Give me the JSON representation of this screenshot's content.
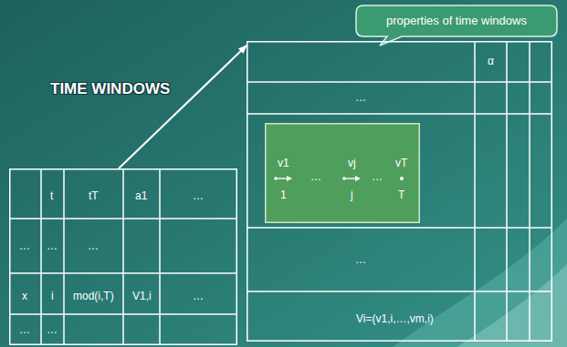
{
  "diagram": {
    "nodes": [
      {
        "text": [
          "properties of time windows"
        ]
      },
      {
        "text": [
          "t",
          "tT",
          "a1",
          "…",
          "…",
          "…",
          "…",
          "x",
          "i",
          "mod(i,T)",
          "V1,i",
          "…",
          "…",
          "…"
        ]
      },
      {
        "text": [
          "α",
          "…",
          "…"
        ]
      },
      {
        "text": [
          "v1",
          "vj",
          "vT",
          "…",
          "…",
          "1",
          "j",
          "T"
        ],
        "in": 2
      }
    ],
    "edges": [
      {
        "from": 1,
        "to": 2,
        "arrow": "to"
      }
    ],
    "labels": [
      "TIME WINDOWS",
      "Vi=(v1,i,…,vm,i)"
    ]
  }
}
